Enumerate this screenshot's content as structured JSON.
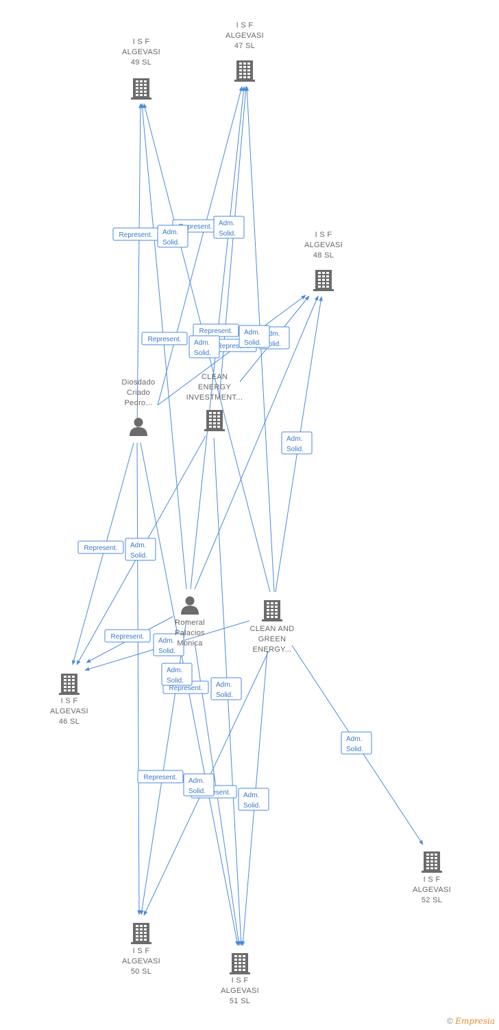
{
  "colors": {
    "edge": "#4a89dc",
    "icon": "#666666",
    "label": "#666666"
  },
  "nodes": [
    {
      "id": "n49",
      "kind": "company",
      "icon": "building-icon",
      "lines": [
        "I S F",
        "ALGEVASI",
        "49 SL"
      ]
    },
    {
      "id": "n47",
      "kind": "company",
      "icon": "building-icon",
      "lines": [
        "I S F",
        "ALGEVASI",
        "47 SL"
      ]
    },
    {
      "id": "n48",
      "kind": "company",
      "icon": "building-icon",
      "lines": [
        "I S F",
        "ALGEVASI",
        "48 SL"
      ]
    },
    {
      "id": "pD",
      "kind": "person",
      "icon": "person-icon",
      "lines": [
        "Diosdado",
        "Criado",
        "Pedro..."
      ]
    },
    {
      "id": "cCE",
      "kind": "company",
      "icon": "building-icon",
      "lines": [
        "CLEAN",
        "ENERGY",
        "INVESTMENT..."
      ]
    },
    {
      "id": "pR",
      "kind": "person",
      "icon": "person-icon",
      "lines": [
        "Romeral",
        "Palacios",
        "Monica"
      ]
    },
    {
      "id": "cCG",
      "kind": "company",
      "icon": "building-icon",
      "lines": [
        "CLEAN AND",
        "GREEN",
        "ENERGY..."
      ]
    },
    {
      "id": "n46",
      "kind": "company",
      "icon": "building-icon",
      "lines": [
        "I S F",
        "ALGEVASI",
        "46 SL"
      ]
    },
    {
      "id": "n52",
      "kind": "company",
      "icon": "building-icon",
      "lines": [
        "I S F",
        "ALGEVASI",
        "52 SL"
      ]
    },
    {
      "id": "n50",
      "kind": "company",
      "icon": "building-icon",
      "lines": [
        "I S F",
        "ALGEVASI",
        "50 SL"
      ]
    },
    {
      "id": "n51",
      "kind": "company",
      "icon": "building-icon",
      "lines": [
        "I S F",
        "ALGEVASI",
        "51 SL"
      ]
    }
  ],
  "edges": [
    {
      "from": "pD",
      "to": "n49",
      "label": [
        "Represent."
      ]
    },
    {
      "from": "pD",
      "to": "n47",
      "label": [
        "Represent."
      ]
    },
    {
      "from": "pD",
      "to": "n48",
      "label": [
        "Represent."
      ]
    },
    {
      "from": "pD",
      "to": "n46",
      "label": [
        "Represent."
      ]
    },
    {
      "from": "pD",
      "to": "n50",
      "label": [
        "Represent."
      ]
    },
    {
      "from": "pD",
      "to": "n51",
      "label": [
        "Represent."
      ]
    },
    {
      "from": "cCE",
      "to": "n47",
      "label": [
        "Adm.",
        "Solid."
      ]
    },
    {
      "from": "cCE",
      "to": "n48",
      "label": [
        "Adm.",
        "Solid."
      ]
    },
    {
      "from": "cCE",
      "to": "n46",
      "label": [
        "Adm.",
        "Solid."
      ]
    },
    {
      "from": "cCE",
      "to": "n51",
      "label": [
        "Adm.",
        "Solid."
      ]
    },
    {
      "from": "pR",
      "to": "n49",
      "label": [
        "Adm.",
        "Solid."
      ]
    },
    {
      "from": "pR",
      "to": "n47",
      "label": [
        "Represent."
      ]
    },
    {
      "from": "pR",
      "to": "n48",
      "label": [
        "Represent."
      ]
    },
    {
      "from": "pR",
      "to": "n46",
      "label": [
        "Represent."
      ]
    },
    {
      "from": "pR",
      "to": "n50",
      "label": [
        "Adm.",
        "Solid."
      ]
    },
    {
      "from": "pR",
      "to": "n51",
      "label": [
        "Represent."
      ]
    },
    {
      "from": "cCG",
      "to": "n49",
      "label": [
        "Adm.",
        "Solid."
      ]
    },
    {
      "from": "cCG",
      "to": "n47",
      "label": [
        "Adm.",
        "Solid."
      ]
    },
    {
      "from": "cCG",
      "to": "n48",
      "label": [
        "Adm.",
        "Solid."
      ]
    },
    {
      "from": "cCG",
      "to": "n46",
      "label": [
        "Adm.",
        "Solid."
      ]
    },
    {
      "from": "cCG",
      "to": "n50",
      "label": [
        "Adm.",
        "Solid."
      ]
    },
    {
      "from": "cCG",
      "to": "n51",
      "label": [
        "Adm.",
        "Solid."
      ]
    },
    {
      "from": "cCG",
      "to": "n52",
      "label": [
        "Adm.",
        "Solid."
      ]
    }
  ],
  "footer": {
    "copyright": "©",
    "brand": "Empresia"
  }
}
